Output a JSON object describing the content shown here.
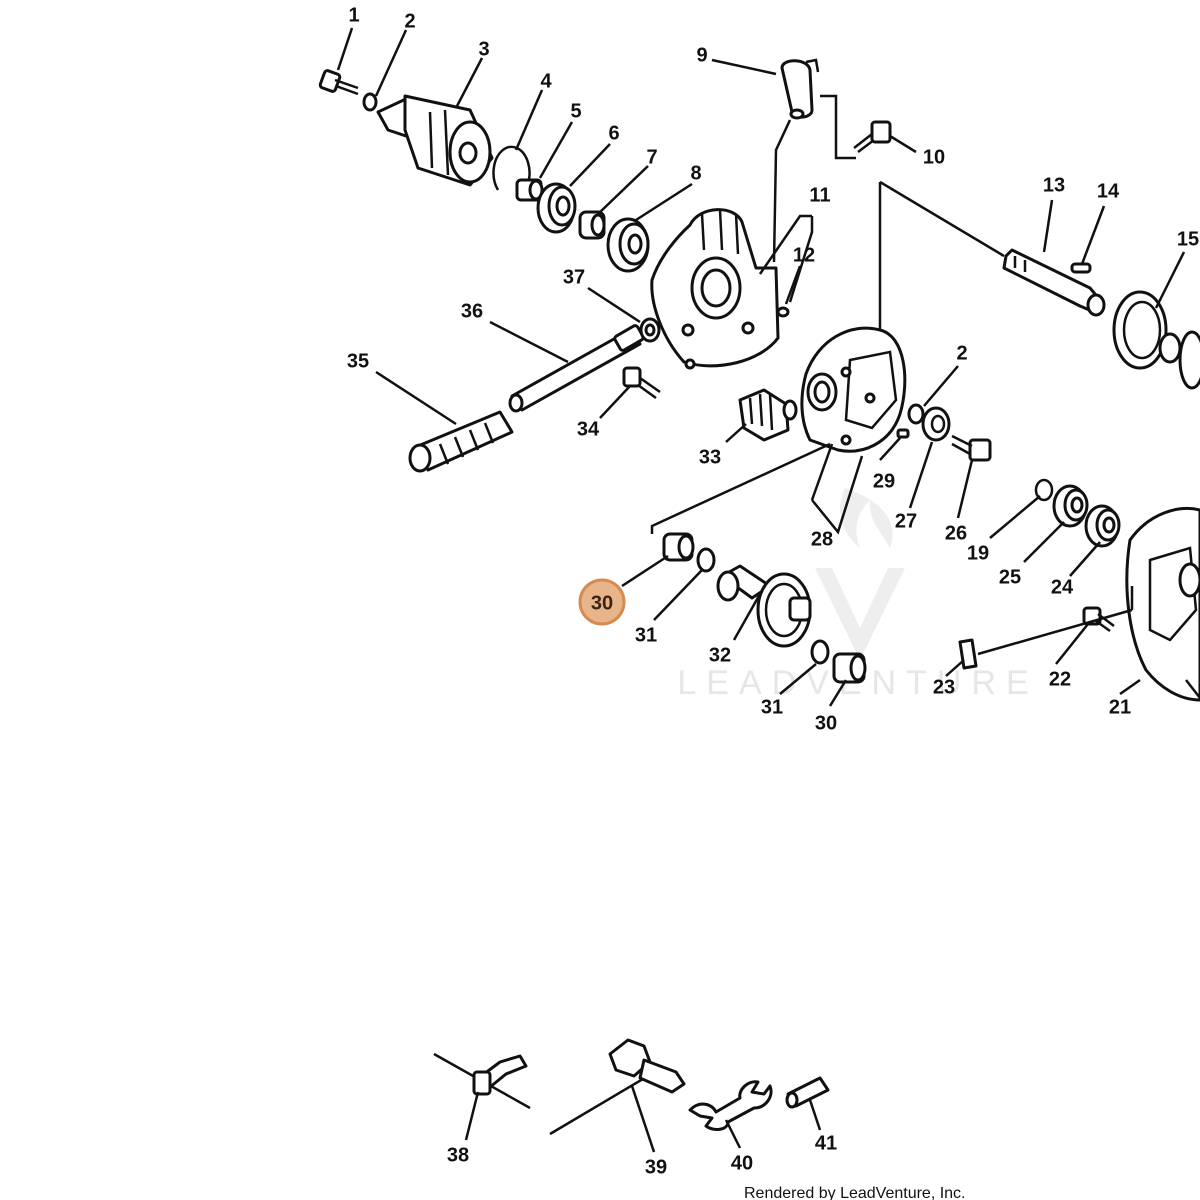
{
  "callouts": [
    {
      "label": "1"
    },
    {
      "label": "2"
    },
    {
      "label": "3"
    },
    {
      "label": "4"
    },
    {
      "label": "5"
    },
    {
      "label": "6"
    },
    {
      "label": "7"
    },
    {
      "label": "8"
    },
    {
      "label": "9"
    },
    {
      "label": "10"
    },
    {
      "label": "11"
    },
    {
      "label": "12"
    },
    {
      "label": "13"
    },
    {
      "label": "14"
    },
    {
      "label": "15"
    },
    {
      "label": "2"
    },
    {
      "label": "37"
    },
    {
      "label": "36"
    },
    {
      "label": "35"
    },
    {
      "label": "34"
    },
    {
      "label": "33"
    },
    {
      "label": "29"
    },
    {
      "label": "27"
    },
    {
      "label": "26"
    },
    {
      "label": "28"
    },
    {
      "label": "19"
    },
    {
      "label": "25"
    },
    {
      "label": "24"
    },
    {
      "label": "31"
    },
    {
      "label": "32"
    },
    {
      "label": "31"
    },
    {
      "label": "30"
    },
    {
      "label": "23"
    },
    {
      "label": "22"
    },
    {
      "label": "21"
    },
    {
      "label": "38"
    },
    {
      "label": "39"
    },
    {
      "label": "40"
    },
    {
      "label": "41"
    }
  ],
  "highlighted_callout": {
    "label": "30",
    "fill_color": "#e8b48a",
    "stroke_color": "#d88a4c"
  },
  "watermark": {
    "text": "LEADVENTURE"
  },
  "footer": {
    "credit": "Rendered by LeadVenture, Inc."
  }
}
